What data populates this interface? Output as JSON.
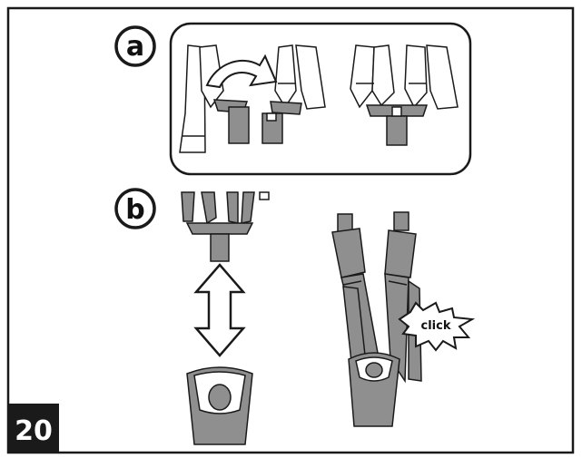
{
  "step_number": "20",
  "panels": {
    "a": {
      "label": "a"
    },
    "b": {
      "label": "b"
    }
  },
  "callout": {
    "text": "click"
  },
  "colors": {
    "outline": "#1a1a1a",
    "strap_fill": "#8f8f8f",
    "strap_light": "#ffffff",
    "step_badge": "#1a1a1a"
  },
  "icons": [
    "curved-arrow-icon",
    "double-arrow-icon",
    "burst-icon"
  ]
}
